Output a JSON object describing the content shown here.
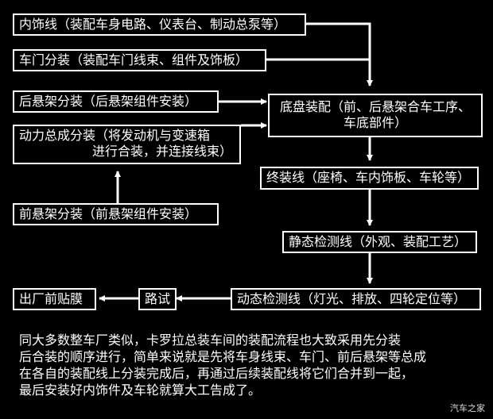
{
  "boxes": {
    "interior": "内饰线（装配车身电路、仪表台、制动总泵等）",
    "door": "车门分装（装配车门线束、组件及饰板）",
    "rear_susp": "后悬架分装（后悬架组件安装）",
    "powertrain_1": "动力总成分装（将发动机与变速箱",
    "powertrain_2": "进行合装，并连接线束）",
    "front_susp": "前悬架分装（前悬架组件安装）",
    "chassis_1": "底盘装配（前、后悬架合车工序、",
    "chassis_2": "车底部件）",
    "final": "终装线（座椅、车内饰板、车轮等）",
    "static": "静态检测线（外观、装配工艺）",
    "dynamic": "动态检测线（灯光、排放、四轮定位等）",
    "road": "路试",
    "film": "出厂前贴膜"
  },
  "description": [
    "同大多数整车厂类似，卡罗拉总装车间的装配流程也大致采用先分装",
    "后合装的顺序进行，简单来说就是先将车身线束、车门、前后悬架等总成",
    "在各自的装配线上分装完成后，再通过后续装配线将它们合并到一起，",
    "最后安装好内饰件及车轮就算大工告成了。"
  ],
  "watermark": "汽车之家"
}
